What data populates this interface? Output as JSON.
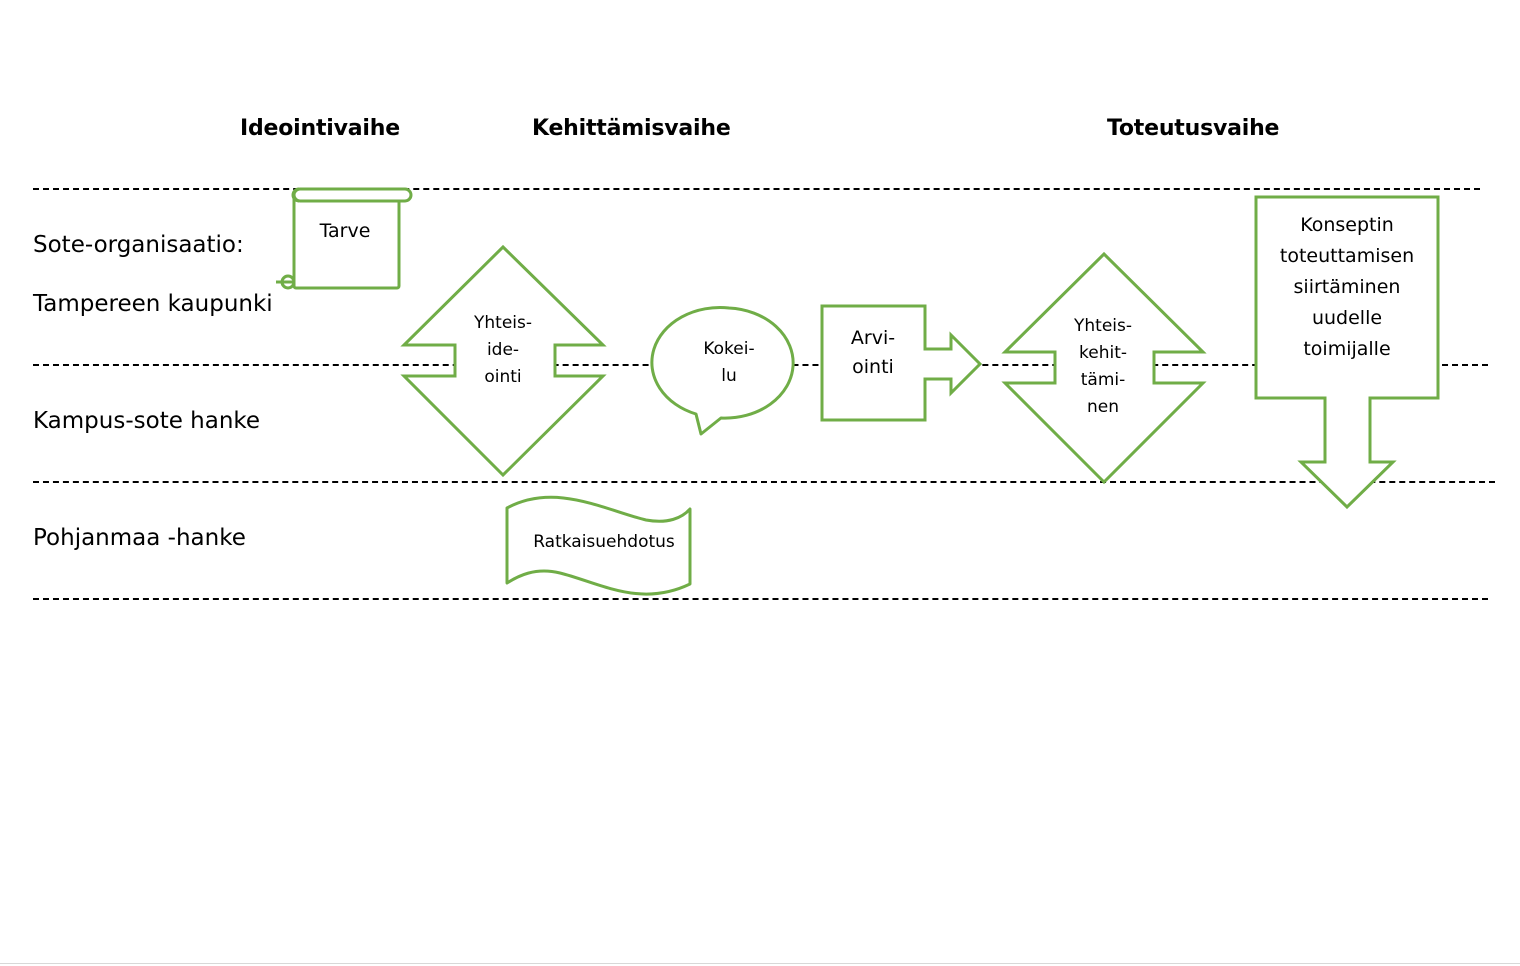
{
  "phases": {
    "ideation": "Ideointivaihe",
    "development": "Kehittämisvaihe",
    "implementation": "Toteutusvaihe"
  },
  "lanes": {
    "sote_org": "Sote-organisaatio:",
    "tampere": "Tampereen kaupunki",
    "kampus": "Kampus-sote hanke",
    "pohjanmaa": "Pohjanmaa -hanke"
  },
  "shapes": {
    "tarve": "Tarve",
    "yhteisideointi": [
      "Yhteis-",
      "ide-",
      "ointi"
    ],
    "kokeilu": [
      "Kokei-",
      "lu"
    ],
    "arviointi": [
      "Arvi-",
      "ointi"
    ],
    "yhteiskehittaminen": [
      "Yhteis-",
      "kehit-",
      "tämi-",
      "nen"
    ],
    "konsepti": [
      "Konseptin",
      "toteuttamisen",
      "siirtäminen",
      "uudelle",
      "toimijalle"
    ],
    "ratkaisuehdotus": "Ratkaisuehdotus"
  },
  "colors": {
    "shape_stroke": "#70ad47",
    "divider": "#000000",
    "text": "#000000"
  }
}
